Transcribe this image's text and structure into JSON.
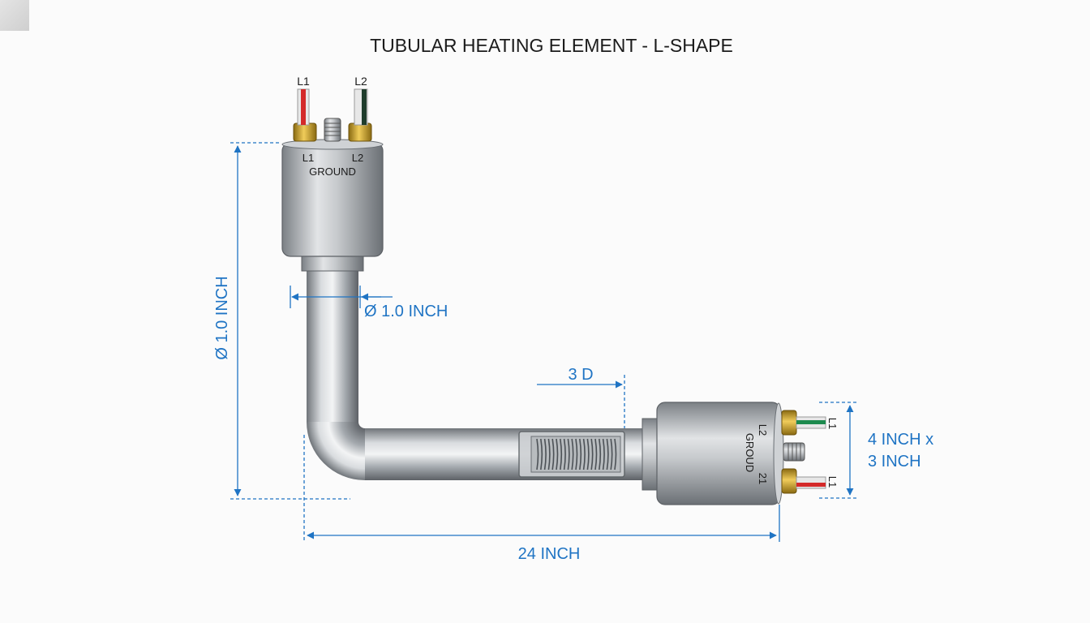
{
  "diagram": {
    "title": "TUBULAR HEATING ELEMENT - L-SHAPE",
    "top_terminal": {
      "wire_label_left": "L1",
      "wire_label_right": "L2",
      "head_label_left": "L1",
      "head_label_right": "L2",
      "head_label_ground": "GROUND"
    },
    "side_terminal": {
      "head_label_l2": "L2",
      "head_label_ground": "GROUD",
      "head_label_21": "21",
      "wire_label_top": "L1",
      "wire_label_bottom": "L1"
    },
    "dimensions": {
      "vertical_length": "Ø 1.0 INCH",
      "tube_diameter": "Ø 1.0 INCH",
      "coil_offset": "3 D",
      "head_size_line1": "4 INCH x",
      "head_size_line2": "3 INCH",
      "horizontal_length": "24 INCH"
    },
    "colors": {
      "dimension_blue": "#1f74c4",
      "wire_red": "#d42a2a",
      "wire_green": "#1d8a4e",
      "wire_dark_green": "#1f3d2c",
      "brass": "#c99a1e",
      "steel": "#a9aeb2"
    }
  }
}
